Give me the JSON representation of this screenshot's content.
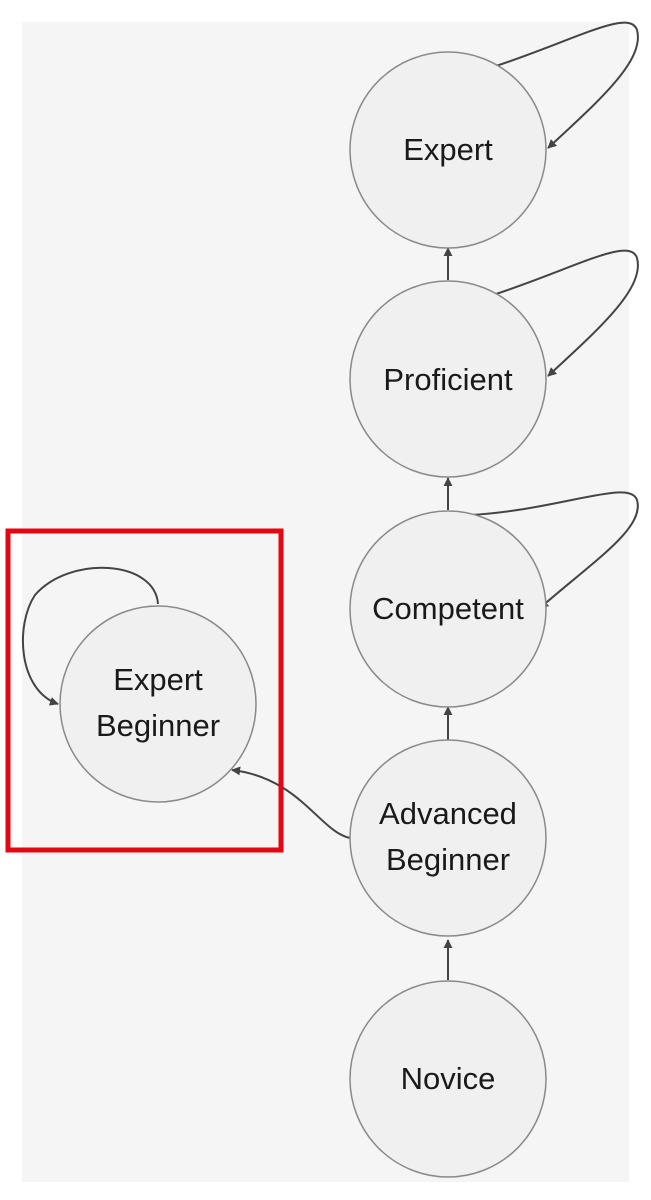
{
  "diagram": {
    "nodes": [
      {
        "id": "novice",
        "lines": [
          "Novice"
        ]
      },
      {
        "id": "advanced-beginner",
        "lines": [
          "Advanced",
          "Beginner"
        ]
      },
      {
        "id": "competent",
        "lines": [
          "Competent"
        ]
      },
      {
        "id": "proficient",
        "lines": [
          "Proficient"
        ]
      },
      {
        "id": "expert",
        "lines": [
          "Expert"
        ]
      },
      {
        "id": "expert-beginner",
        "lines": [
          "Expert",
          "Beginner"
        ]
      }
    ],
    "edges": [
      {
        "from": "novice",
        "to": "advanced-beginner"
      },
      {
        "from": "advanced-beginner",
        "to": "competent"
      },
      {
        "from": "competent",
        "to": "proficient"
      },
      {
        "from": "proficient",
        "to": "expert"
      },
      {
        "from": "advanced-beginner",
        "to": "expert-beginner"
      }
    ],
    "self_loops": [
      "competent",
      "proficient",
      "expert",
      "expert-beginner"
    ],
    "highlight": {
      "node": "expert-beginner",
      "color": "#e30613"
    },
    "colors": {
      "background": "#f5f5f5",
      "node_fill": "#f0f0f0",
      "node_stroke": "#8a8a8a",
      "edge": "#444444",
      "text": "#1a1a1a"
    }
  }
}
